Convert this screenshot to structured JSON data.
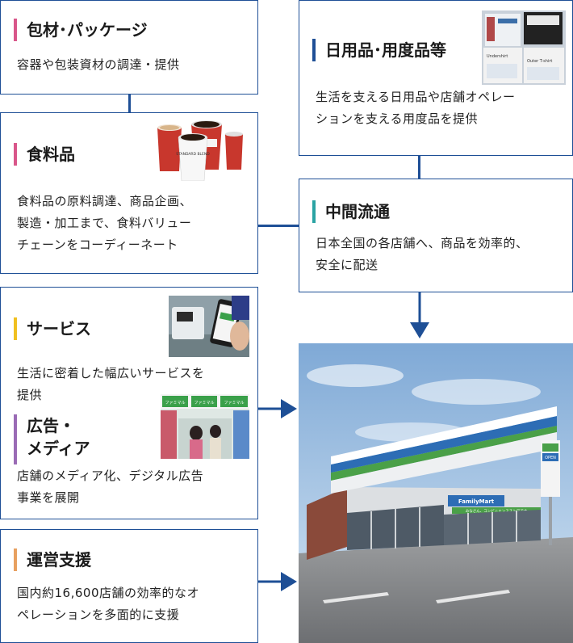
{
  "boxes": {
    "packaging": {
      "title": "包材･パッケージ",
      "desc": "容器や包装資材の調達・提供",
      "accent": "#d9568a"
    },
    "food": {
      "title": "食料品",
      "desc_lines": [
        "食料品の原料調達、商品企画、",
        "製造・加工まで、食料バリュー",
        "チェーンをコーディーネート"
      ],
      "accent": "#d9568a"
    },
    "daily_goods": {
      "title": "日用品･用度品等",
      "desc_lines": [
        "生活を支える日用品や店舗オペレー",
        "ションを支える用度品を提供"
      ],
      "accent": "#1e4f96"
    },
    "distribution": {
      "title": "中間流通",
      "desc_lines": [
        "日本全国の各店舗へ、商品を効率的、",
        "安全に配送"
      ],
      "accent": "#2aa3a3"
    },
    "service": {
      "title": "サービス",
      "desc_lines": [
        "生活に密着した幅広いサービスを",
        "提供"
      ],
      "accent": "#f0c020"
    },
    "media": {
      "title_lines": [
        "広告・",
        "メディア"
      ],
      "desc_lines": [
        "店舗のメディア化、デジタル広告",
        "事業を展開"
      ],
      "accent": "#9a6bb5"
    },
    "operations": {
      "title": "運営支援",
      "desc_lines": [
        "国内約16,600店舗の効率的なオ",
        "ペレーションを多面的に支援"
      ],
      "accent": "#e8a060"
    }
  },
  "store": {
    "sign": "FamilyMart",
    "sign_jp": "みなさん、コンビニエンスストアです",
    "open": "OPEN"
  },
  "product_labels": {
    "cup": "STANDARD BLEND",
    "card1": "Undershirt",
    "card2": "Outer T-shirt",
    "poster": "ファミマル"
  }
}
